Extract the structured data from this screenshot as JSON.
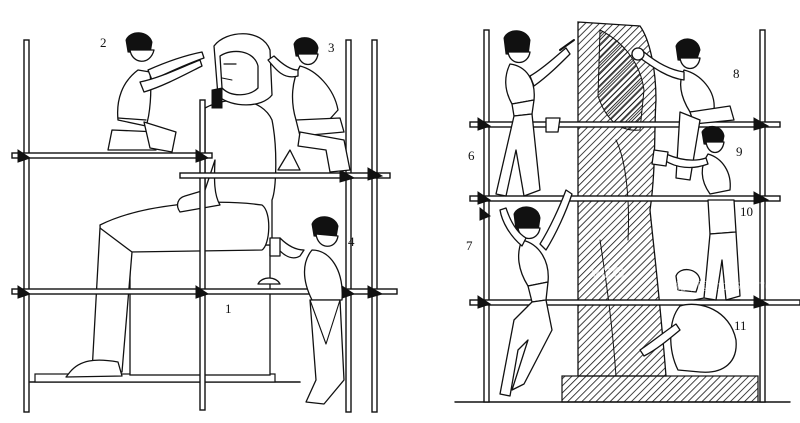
{
  "left_panel": {
    "labels": [
      "1",
      "2",
      "3",
      "4"
    ]
  },
  "right_panel": {
    "labels": [
      "6",
      "7",
      "8",
      "9",
      "10",
      "11"
    ]
  },
  "watermark": {
    "logo_text": "VCG",
    "caption": "视觉中国 | 1145184707"
  }
}
